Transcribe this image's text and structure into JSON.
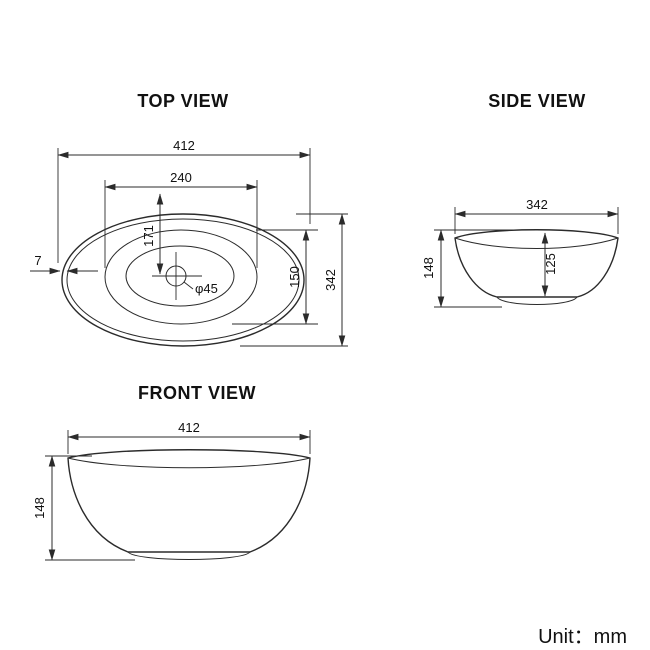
{
  "page": {
    "background": "#ffffff",
    "line_color": "#2b2b2b",
    "unit_label": "Unit：mm"
  },
  "top_view": {
    "title": "TOP VIEW",
    "dims": {
      "overall_width": "412",
      "opening_width": "240",
      "center_offset": "171",
      "opening_depth": "150",
      "overall_depth": "342",
      "rim_thickness": "7",
      "drain_diameter": "φ45"
    }
  },
  "side_view": {
    "title": "SIDE VIEW",
    "dims": {
      "width": "342",
      "height": "148",
      "inner_depth": "125"
    }
  },
  "front_view": {
    "title": "FRONT VIEW",
    "dims": {
      "width": "412",
      "height": "148"
    }
  }
}
